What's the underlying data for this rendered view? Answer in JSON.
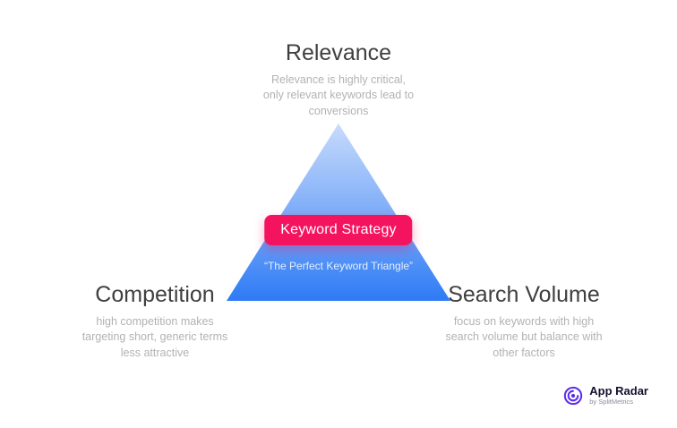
{
  "diagram": {
    "top": {
      "title": "Relevance",
      "description": "Relevance is highly critical, only relevant keywords lead to conversions"
    },
    "left": {
      "title": "Competition",
      "description": "high competition makes targeting short, generic terms less attractive"
    },
    "right": {
      "title": "Search Volume",
      "description": "focus on keywords with high search volume but balance with other factors"
    },
    "badge": "Keyword Strategy",
    "caption": "“The Perfect Keyword Triangle”",
    "colors": {
      "triangle_top": "#c7dbfc",
      "triangle_bottom": "#2e7bf6",
      "badge_background": "#f4135e",
      "title_text": "#3f3f3f",
      "description_text": "#b2b2b2"
    }
  },
  "footer": {
    "brand": "App Radar",
    "sub_brand": "by SplitMetrics",
    "logo_color": "#5b2ded"
  }
}
